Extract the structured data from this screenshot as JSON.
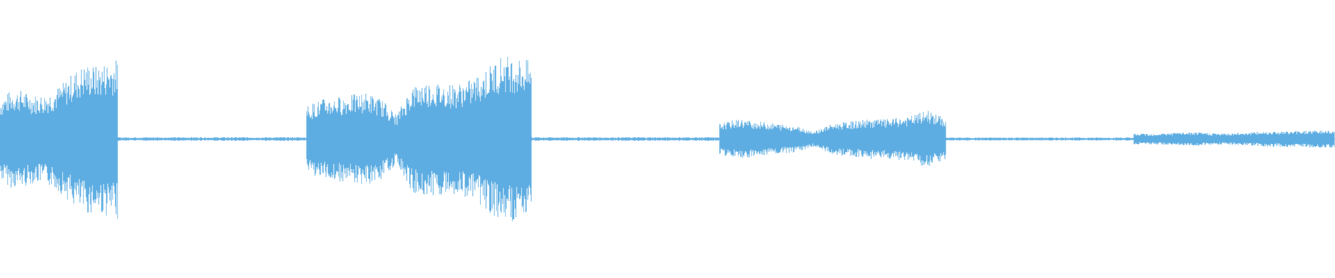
{
  "waveform": {
    "color": "#5dade2",
    "segments": [
      {
        "kind": "sound",
        "start": 0.0,
        "end": 0.0885,
        "peaks": [
          0.36,
          0.44,
          0.44,
          0.4,
          0.4,
          0.44,
          0.52,
          0.62,
          0.68,
          0.66,
          0.7,
          0.72
        ]
      },
      {
        "kind": "silence",
        "start": 0.0885,
        "end": 0.2295,
        "level": 0.012
      },
      {
        "kind": "sound",
        "start": 0.2295,
        "end": 0.3985,
        "peaks": [
          0.3,
          0.36,
          0.38,
          0.4,
          0.42,
          0.36,
          0.22,
          0.48,
          0.52,
          0.5,
          0.5,
          0.54,
          0.64,
          0.76,
          0.74,
          0.7
        ]
      },
      {
        "kind": "silence",
        "start": 0.3985,
        "end": 0.539,
        "level": 0.012
      },
      {
        "kind": "sound",
        "start": 0.539,
        "end": 0.709,
        "peaks": [
          0.14,
          0.18,
          0.16,
          0.14,
          0.12,
          0.07,
          0.14,
          0.16,
          0.18,
          0.18,
          0.2,
          0.26,
          0.18
        ]
      },
      {
        "kind": "silence",
        "start": 0.709,
        "end": 0.8495,
        "level": 0.01
      },
      {
        "kind": "sound",
        "start": 0.8495,
        "end": 1.0,
        "peaks": [
          0.05,
          0.05,
          0.06,
          0.06,
          0.05,
          0.06,
          0.07,
          0.07,
          0.08,
          0.08
        ]
      }
    ]
  }
}
